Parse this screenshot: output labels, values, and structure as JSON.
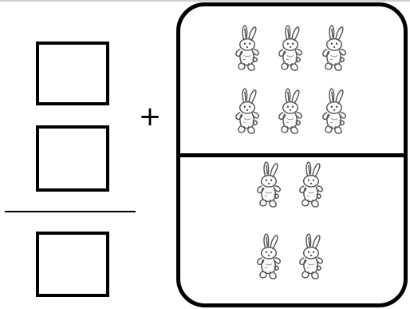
{
  "operator": "+",
  "top_panel": {
    "rows": [
      3,
      3
    ]
  },
  "bottom_panel": {
    "rows": [
      2,
      2
    ]
  },
  "icon": "rabbit-icon",
  "colors": {
    "stroke": "#000000",
    "background": "#ffffff",
    "bunny_line": "#555555"
  }
}
